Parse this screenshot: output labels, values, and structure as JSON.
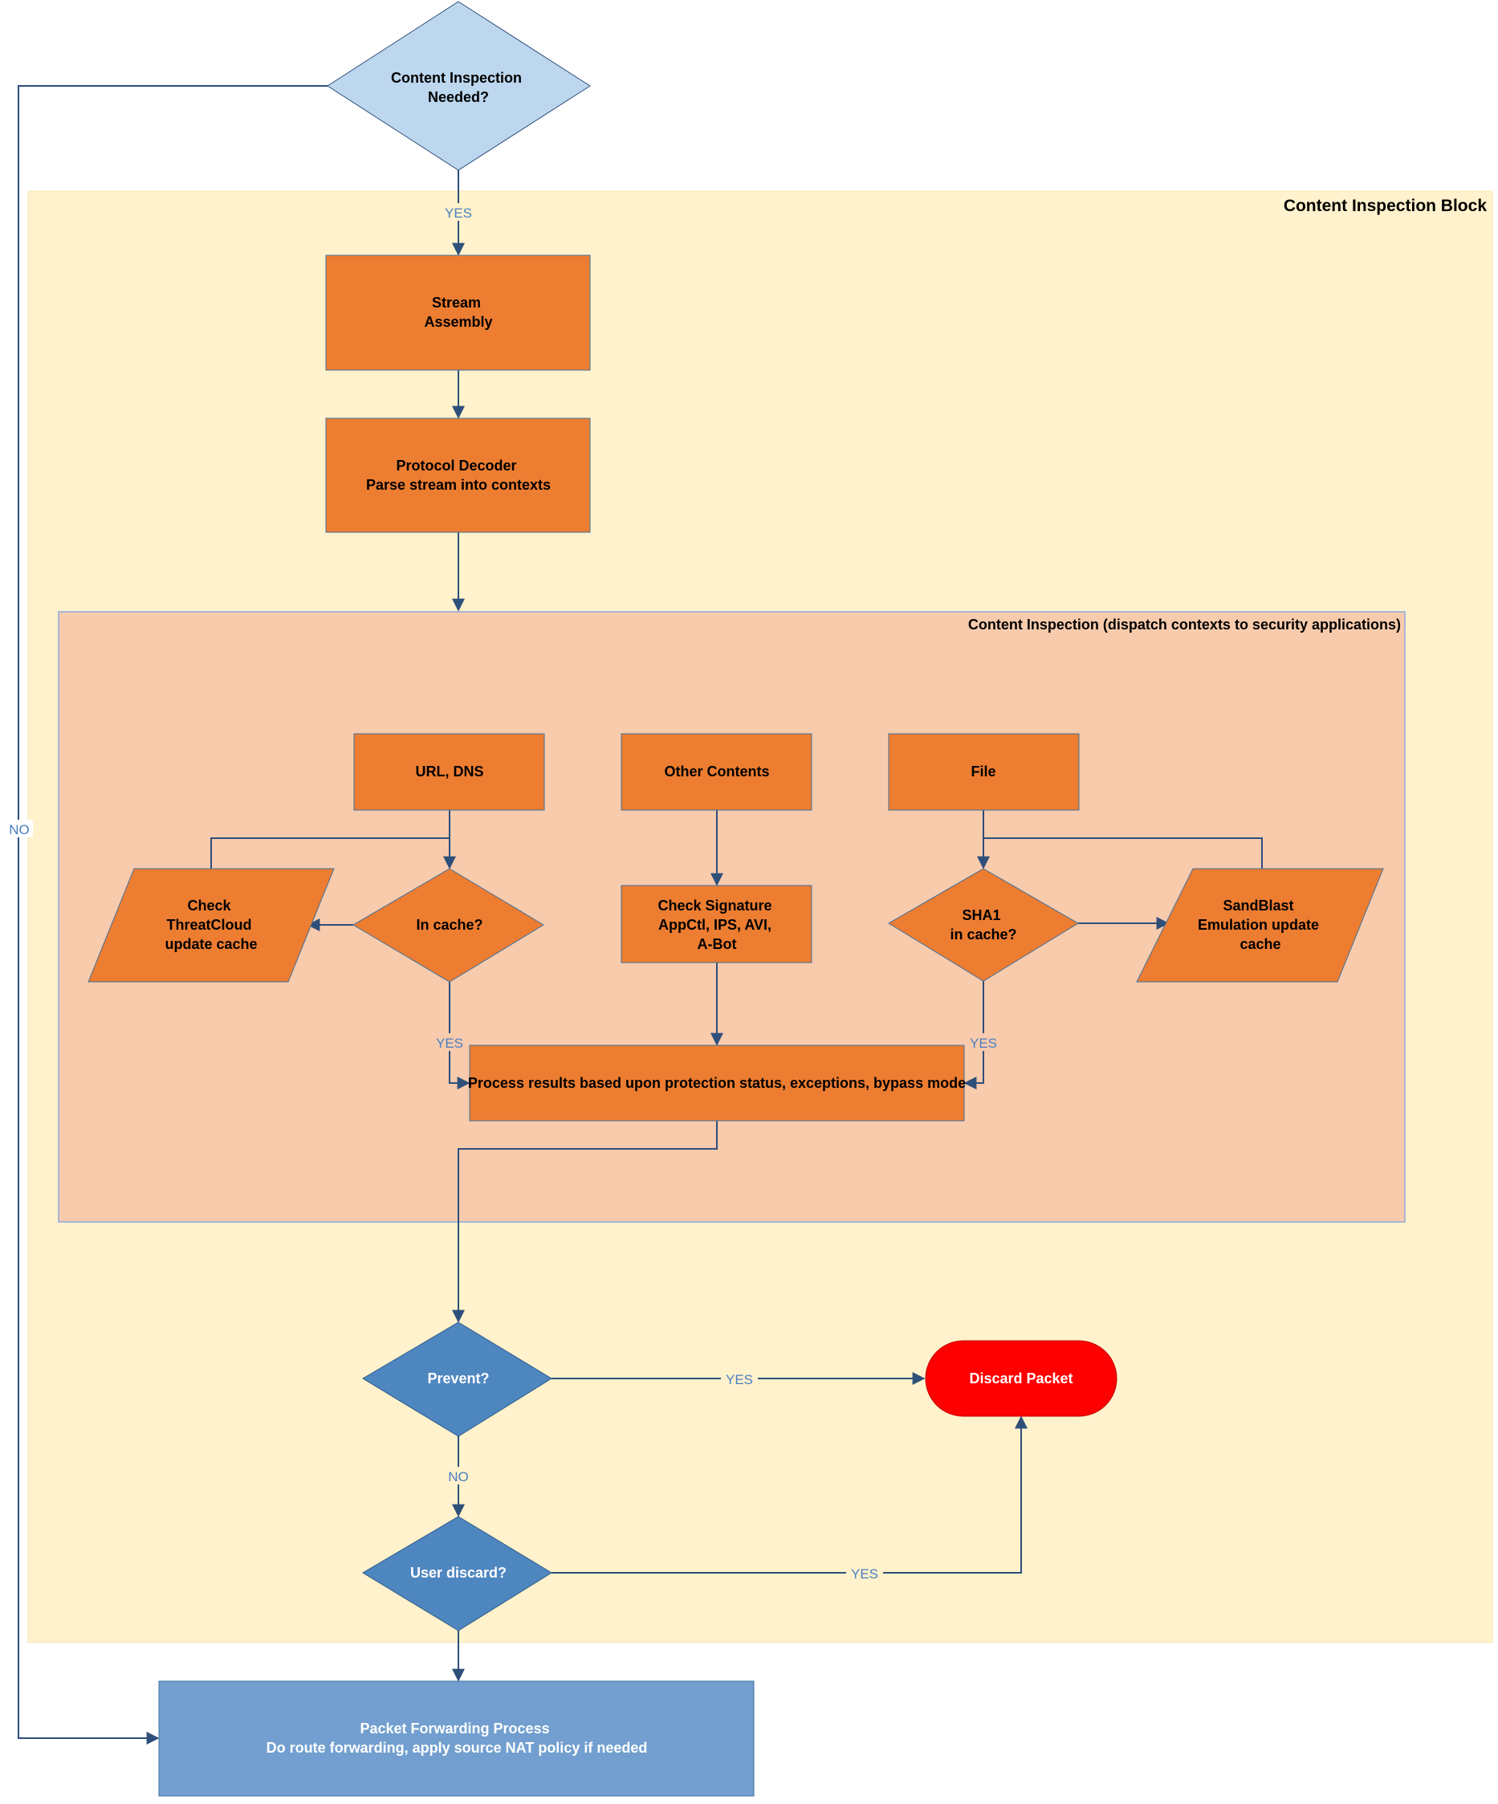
{
  "colors": {
    "block_fill": "#fff2cc",
    "inspection_fill": "#f8cbad",
    "orange": "#ed7d31",
    "light_blue": "#bdd7ee",
    "mid_blue": "#4e86c0",
    "forward_blue": "#729fcf",
    "discard_red": "#ff0000",
    "edge": "#2e4f7a",
    "edge_label": "#4a7fc1"
  },
  "blocks": {
    "content_inspection_block": "Content Inspection Block",
    "content_inspection": "Content Inspection (dispatch contexts to security applications)"
  },
  "nodes": {
    "content_inspection_needed": [
      "Content Inspection",
      "Needed?"
    ],
    "stream_assembly": [
      "Stream",
      "Assembly"
    ],
    "protocol_decoder": [
      "Protocol Decoder",
      "Parse stream into contexts"
    ],
    "url_dns": [
      "URL, DNS"
    ],
    "other_contents": [
      "Other Contents"
    ],
    "file": [
      "File"
    ],
    "check_threatcloud": [
      "Check",
      "ThreatCloud",
      "update cache"
    ],
    "in_cache": [
      "In cache?"
    ],
    "check_signature": [
      "Check Signature",
      "AppCtl, IPS, AVI,",
      "A-Bot"
    ],
    "sha1_in_cache": [
      "SHA1",
      "in cache?"
    ],
    "sandblast": [
      "SandBlast",
      "Emulation update",
      "cache"
    ],
    "process_results": [
      "Process results based upon protection status, exceptions, bypass mode"
    ],
    "prevent": [
      "Prevent?"
    ],
    "discard_packet": [
      "Discard Packet"
    ],
    "user_discard": [
      "User discard?"
    ],
    "packet_forwarding": [
      "Packet Forwarding Process",
      "Do route forwarding, apply source NAT policy if needed"
    ]
  },
  "edge_labels": {
    "needed_yes": "YES",
    "needed_no": "NO",
    "in_cache_yes": "YES",
    "sha1_yes": "YES",
    "prevent_yes": "YES",
    "prevent_no": "NO",
    "user_discard_yes": "YES"
  }
}
